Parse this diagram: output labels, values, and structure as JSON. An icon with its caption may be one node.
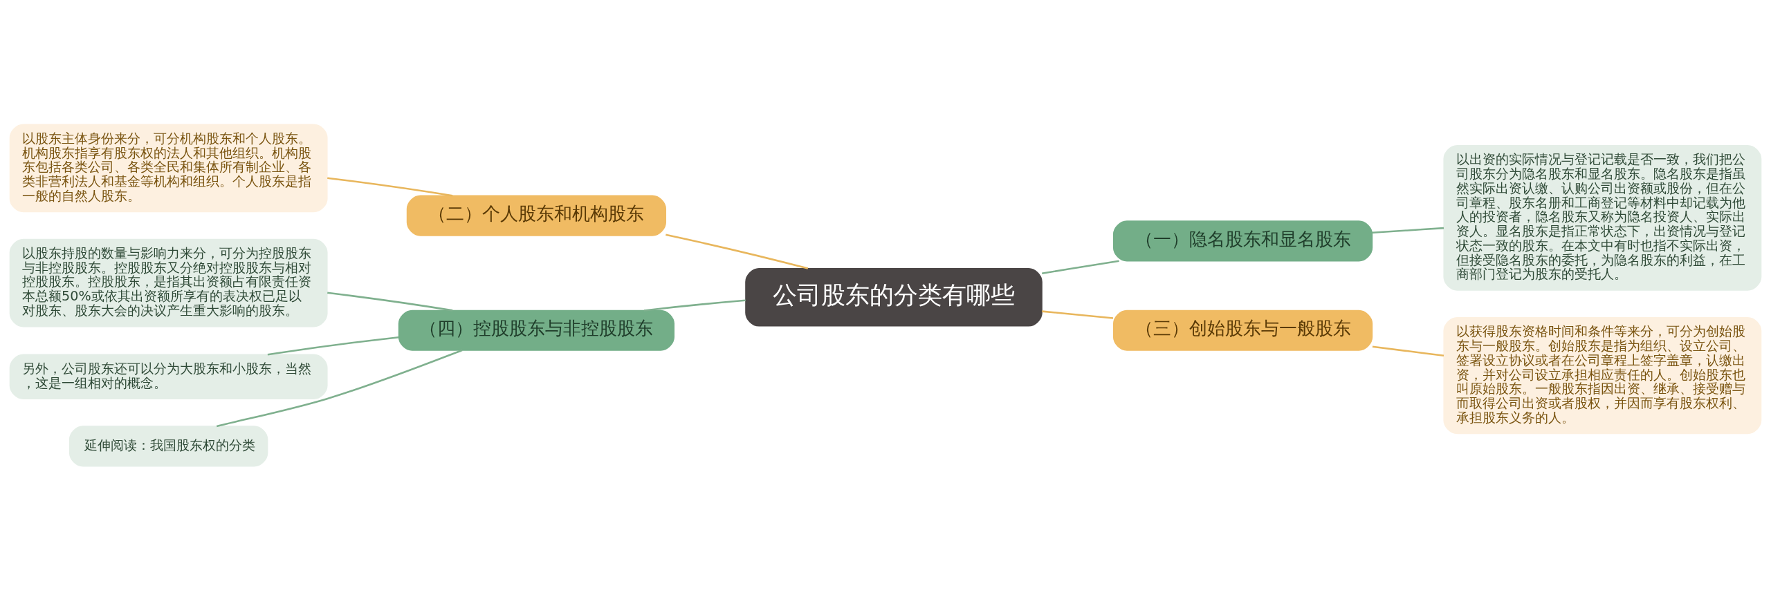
{
  "diagram": {
    "nodes": [
      {
        "text": [
          "公司股东的分类有哪些"
        ]
      },
      {
        "text": [
          "（一）隐名股东和显名股东"
        ]
      },
      {
        "text": [
          "以出资的实际情况与登记记载是否一致，我们把公司股东分为隐名股东和显名股东。隐名股东是指虽然实际出资认缴、认购公司出资额或股份，但在公司章程、股东名册和工商登记等材料中却记载为他人的投资者，隐名股东又称为隐名投资人、实际出资人。显名股东是指正常状态下，出资情况与登记状态一致的股东。在本文中有时也指不实际出资，但接受隐名股东的委托，为隐名股东的利益，在工商部门登记为股东的受托人。"
        ]
      },
      {
        "text": [
          "（二）个人股东和机构股东"
        ]
      },
      {
        "text": [
          "以股东主体身份来分，可分机构股东和个人股东。机构股东指享有股东权的法人和其他组织。机构股东包括各类公司、各类全民和集体所有制企业、各类非营利法人和基金等机构和组织。个人股东是指一般的自然人股东。"
        ]
      },
      {
        "text": [
          "（三）创始股东与一般股东"
        ]
      },
      {
        "text": [
          "以获得股东资格时间和条件等来分，可分为创始股东与一般股东。创始股东是指为组织、设立公司、签署设立协议或者在公司章程上签字盖章，认缴出资，并对公司设立承担相应责任的人。创始股东也叫原始股东。一般股东指因出资、继承、接受赠与而取得公司出资或者股权，并因而享有股东权利、承担股东义务的人。"
        ]
      },
      {
        "text": [
          "（四）控股股东与非控股股东"
        ]
      },
      {
        "text": [
          "以股东持股的数量与影响力来分，可分为控股股东与非控股股东。控股股东又分绝对控股股东与相对控股股东。控股股东，是指其出资额占有限责任资本总额50%或依其出资额所享有的表决权已足以对股东、股东大会的决议产生重大影响的股东。"
        ]
      },
      {
        "text": [
          "另外，公司股东还可以分为大股东和小股东，当然，这是一组相对的概念。"
        ]
      },
      {
        "text": [
          "延伸阅读：我国股东权的分类"
        ]
      }
    ],
    "edges": [
      {
        "from": 0,
        "to": 1,
        "arrow": "none"
      },
      {
        "from": 1,
        "to": 2,
        "arrow": "none"
      },
      {
        "from": 0,
        "to": 3,
        "arrow": "none",
        "color": "#e8b65c"
      },
      {
        "from": 3,
        "to": 4,
        "arrow": "none",
        "color": "#e8b65c"
      },
      {
        "from": 0,
        "to": 5,
        "arrow": "none",
        "color": "#e8b65c"
      },
      {
        "from": 5,
        "to": 6,
        "arrow": "none",
        "color": "#e8b65c"
      },
      {
        "from": 0,
        "to": 7,
        "arrow": "none"
      },
      {
        "from": 7,
        "to": 8,
        "arrow": "none"
      },
      {
        "from": 7,
        "to": 9,
        "arrow": "none"
      },
      {
        "from": 7,
        "to": 10,
        "arrow": "none"
      }
    ]
  }
}
